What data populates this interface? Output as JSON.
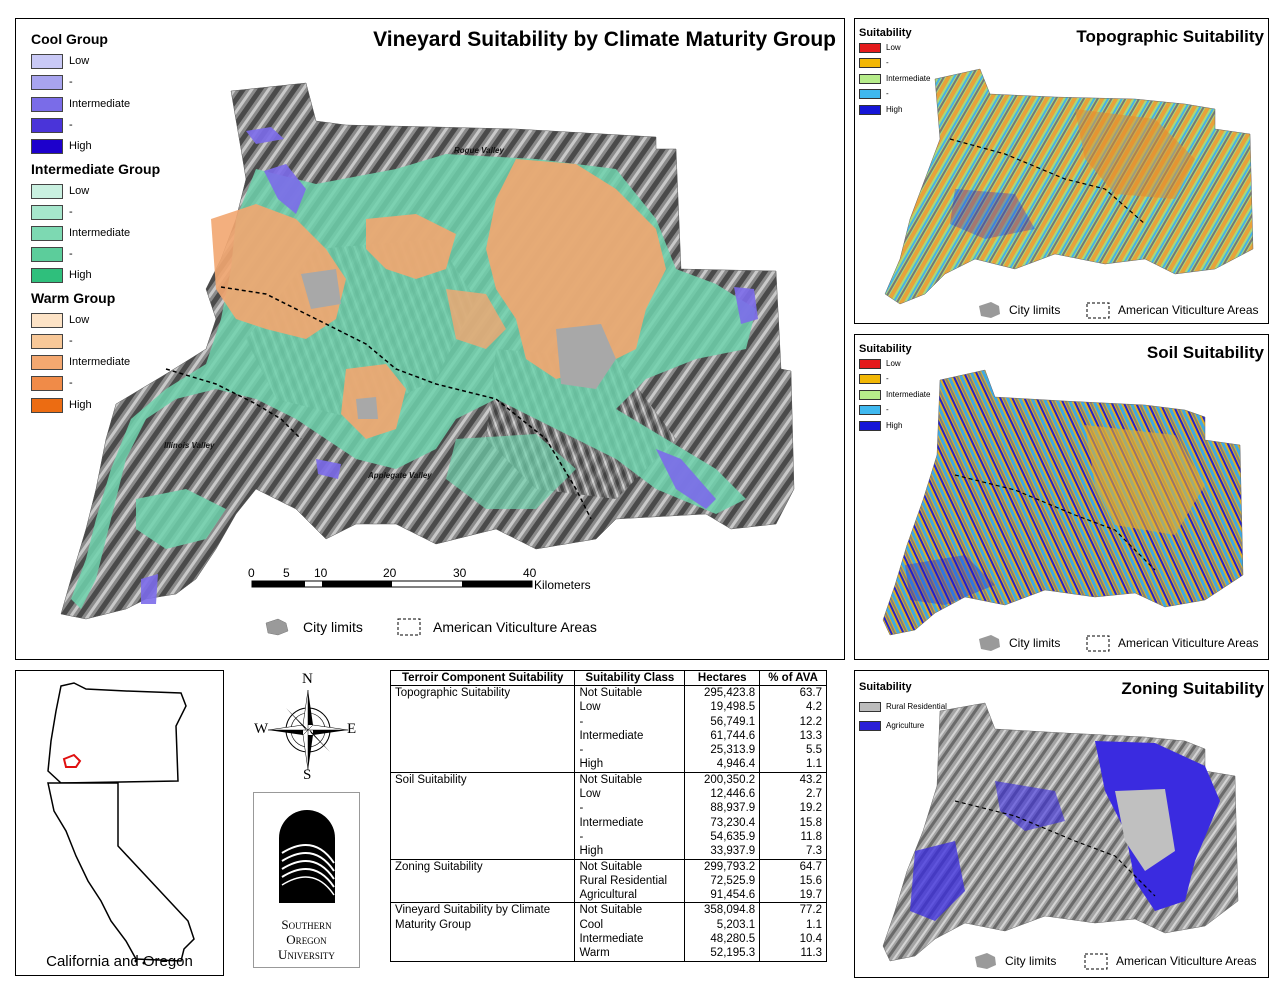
{
  "main_map": {
    "title": "Vineyard Suitability by Climate Maturity Group",
    "legend": {
      "groups": [
        {
          "name": "Cool Group",
          "items": [
            {
              "label": "Low",
              "color": "#c9c9f6"
            },
            {
              "label": "-",
              "color": "#a8a4ef"
            },
            {
              "label": "Intermediate",
              "color": "#7a6ce8"
            },
            {
              "label": "-",
              "color": "#4a34d9"
            },
            {
              "label": "High",
              "color": "#1d00cc"
            }
          ]
        },
        {
          "name": "Intermediate Group",
          "items": [
            {
              "label": "Low",
              "color": "#c9f0e0"
            },
            {
              "label": "-",
              "color": "#a6e6cc"
            },
            {
              "label": "Intermediate",
              "color": "#7dd9b2"
            },
            {
              "label": "-",
              "color": "#5ccd9b"
            },
            {
              "label": "High",
              "color": "#2fbf7c"
            }
          ]
        },
        {
          "name": "Warm Group",
          "items": [
            {
              "label": "Low",
              "color": "#fde3c6"
            },
            {
              "label": "-",
              "color": "#f8c898"
            },
            {
              "label": "Intermediate",
              "color": "#f4a870"
            },
            {
              "label": "-",
              "color": "#f08b48"
            },
            {
              "label": "High",
              "color": "#ec6c12"
            }
          ]
        }
      ]
    },
    "place_labels": [
      "Rogue Valley",
      "Illinois Valley",
      "Applegate Valley"
    ],
    "scale_bar": {
      "ticks": [
        "0",
        "5",
        "10",
        "20",
        "30",
        "40"
      ],
      "unit": "Kilometers"
    },
    "footer": {
      "city_limits": "City limits",
      "ava": "American Viticulture Areas"
    }
  },
  "topographic": {
    "title": "Topographic Suitability",
    "legend_title": "Suitability",
    "legend": [
      {
        "label": "Low",
        "color": "#e41a1c"
      },
      {
        "label": "-",
        "color": "#f2b705"
      },
      {
        "label": "Intermediate",
        "color": "#b6ec8a"
      },
      {
        "label": "-",
        "color": "#3fb8ef"
      },
      {
        "label": "High",
        "color": "#1515d6"
      }
    ],
    "footer": {
      "city_limits": "City limits",
      "ava": "American Viticulture Areas"
    }
  },
  "soil": {
    "title": "Soil Suitability",
    "legend_title": "Suitability",
    "legend": [
      {
        "label": "Low",
        "color": "#e41a1c"
      },
      {
        "label": "-",
        "color": "#f2b705"
      },
      {
        "label": "Intermediate",
        "color": "#b6ec8a"
      },
      {
        "label": "-",
        "color": "#3fb8ef"
      },
      {
        "label": "High",
        "color": "#1515d6"
      }
    ],
    "footer": {
      "city_limits": "City limits",
      "ava": "American Viticulture Areas"
    }
  },
  "zoning": {
    "title": "Zoning Suitability",
    "legend_title": "Suitability",
    "legend": [
      {
        "label": "Rural Residential",
        "color": "#bdbdbd"
      },
      {
        "label": "Agriculture",
        "color": "#2b1fd6"
      }
    ],
    "footer": {
      "city_limits": "City limits",
      "ava": "American Viticulture Areas"
    }
  },
  "locator": {
    "caption": "California and Oregon"
  },
  "compass": {
    "n": "N",
    "s": "S",
    "e": "E",
    "w": "W"
  },
  "logo": {
    "line1": "Southern",
    "line2": "Oregon",
    "line3": "University"
  },
  "table": {
    "headers": [
      "Terroir Component Suitability",
      "Suitability Class",
      "Hectares",
      "% of AVA"
    ],
    "groups": [
      {
        "component": "Topographic Suitability",
        "rows": [
          [
            "Not Suitable",
            "295,423.8",
            "63.7"
          ],
          [
            "Low",
            "19,498.5",
            "4.2"
          ],
          [
            "-",
            "56,749.1",
            "12.2"
          ],
          [
            "Intermediate",
            "61,744.6",
            "13.3"
          ],
          [
            "-",
            "25,313.9",
            "5.5"
          ],
          [
            "High",
            "4,946.4",
            "1.1"
          ]
        ]
      },
      {
        "component": "Soil Suitability",
        "rows": [
          [
            "Not Suitable",
            "200,350.2",
            "43.2"
          ],
          [
            "Low",
            "12,446.6",
            "2.7"
          ],
          [
            "-",
            "88,937.9",
            "19.2"
          ],
          [
            "Intermediate",
            "73,230.4",
            "15.8"
          ],
          [
            "-",
            "54,635.9",
            "11.8"
          ],
          [
            "High",
            "33,937.9",
            "7.3"
          ]
        ]
      },
      {
        "component": "Zoning Suitability",
        "rows": [
          [
            "Not Suitable",
            "299,793.2",
            "64.7"
          ],
          [
            "Rural Residential",
            "72,525.9",
            "15.6"
          ],
          [
            "Agricultural",
            "91,454.6",
            "19.7"
          ]
        ]
      },
      {
        "component": "Vineyard Suitability by Climate Maturity Group",
        "rows": [
          [
            "Not Suitable",
            "358,094.8",
            "77.2"
          ],
          [
            "Cool",
            "5,203.1",
            "1.1"
          ],
          [
            "Intermediate",
            "48,280.5",
            "10.4"
          ],
          [
            "Warm",
            "52,195.3",
            "11.3"
          ]
        ]
      }
    ]
  }
}
